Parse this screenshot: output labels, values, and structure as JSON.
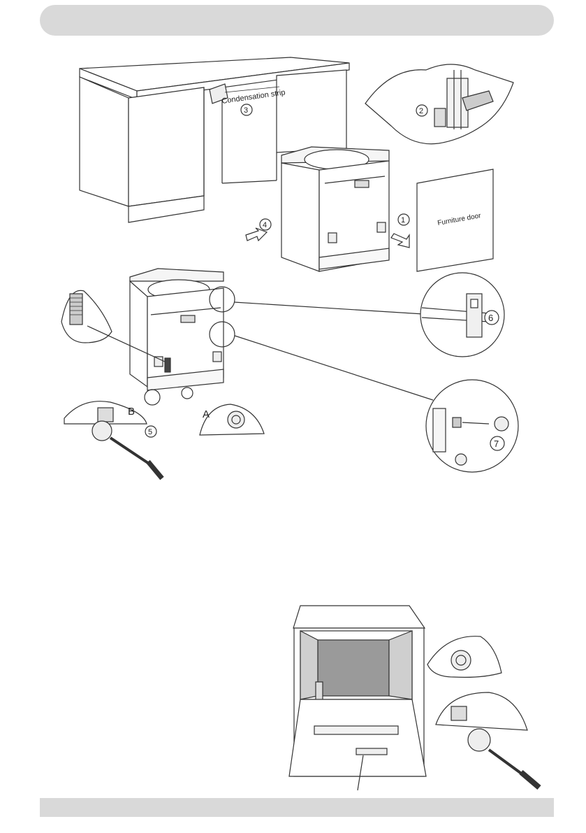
{
  "labels": {
    "condensation_strip": "Condensation strip",
    "furniture_door": "Furniture door",
    "step1": "1",
    "step2": "2",
    "step3": "3",
    "step4": "4",
    "step5": "5",
    "step6": "6",
    "step7": "7",
    "detail_a": "A",
    "detail_b": "B"
  },
  "colors": {
    "header_bar": "#d9d9d9",
    "footer_bar": "#d9d9d9",
    "line_art": "#333333",
    "tub_interior": "#9a9a9a"
  }
}
